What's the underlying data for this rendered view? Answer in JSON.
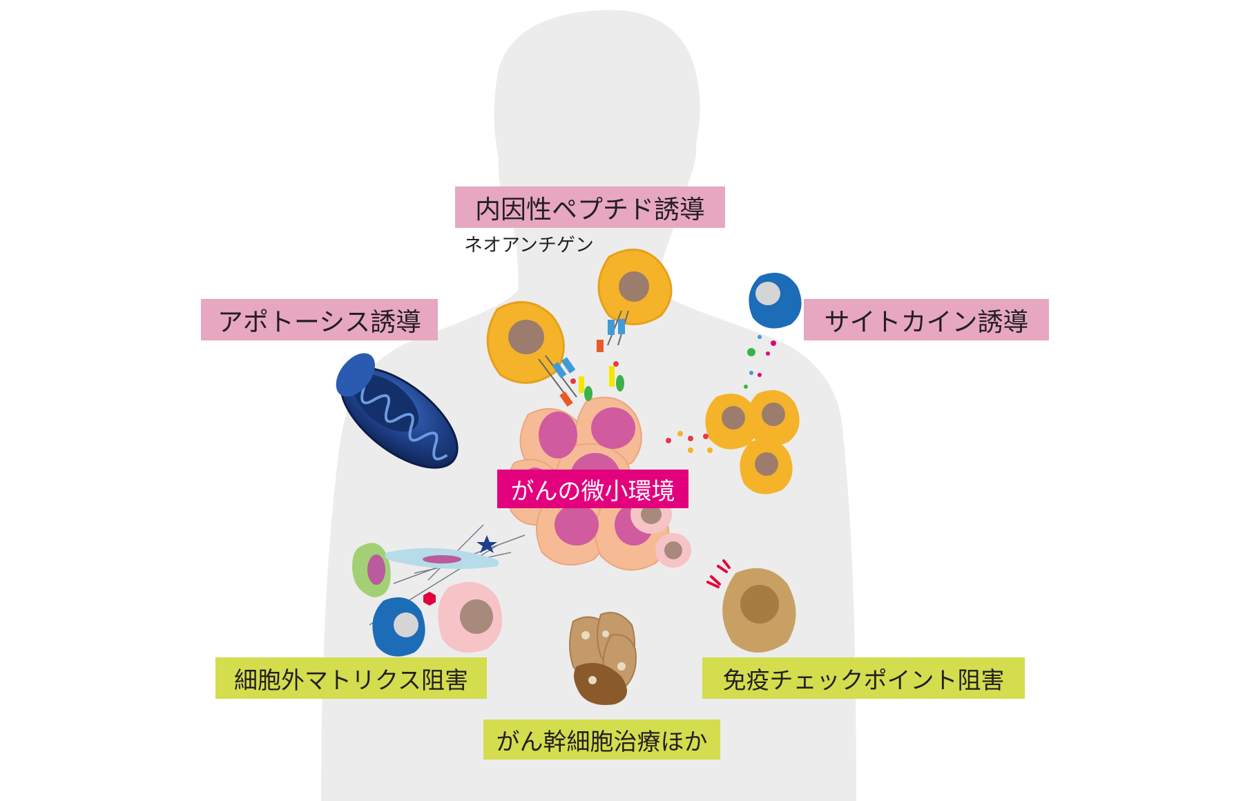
{
  "labels": {
    "endogenous_peptide": "内因性ペプチド誘導",
    "neoantigen": "ネオアンチゲン",
    "apoptosis": "アポトーシス誘導",
    "cytokine": "サイトカイン誘導",
    "microenvironment": "がんの微小環境",
    "ecm": "細胞外マトリクス阻害",
    "checkpoint": "免疫チェックポイント阻害",
    "stem_cell": "がん幹細胞治療ほか"
  },
  "colors": {
    "body_silhouette": "#ececec",
    "pink_label": "#e7a7c0",
    "yellow_label": "#d3dd4e",
    "center_label": "#e2007c",
    "tumor_cell": "#f6bb95",
    "tumor_nucleus": "#d05b9f",
    "t_cell": "#f4b329",
    "t_cell_nucleus": "#9c7c6c",
    "mitochondria": "#1e3f86",
    "blue_cell": "#1c6cb8",
    "pink_cell": "#f6c3c6",
    "tan_cell": "#c8a064"
  }
}
